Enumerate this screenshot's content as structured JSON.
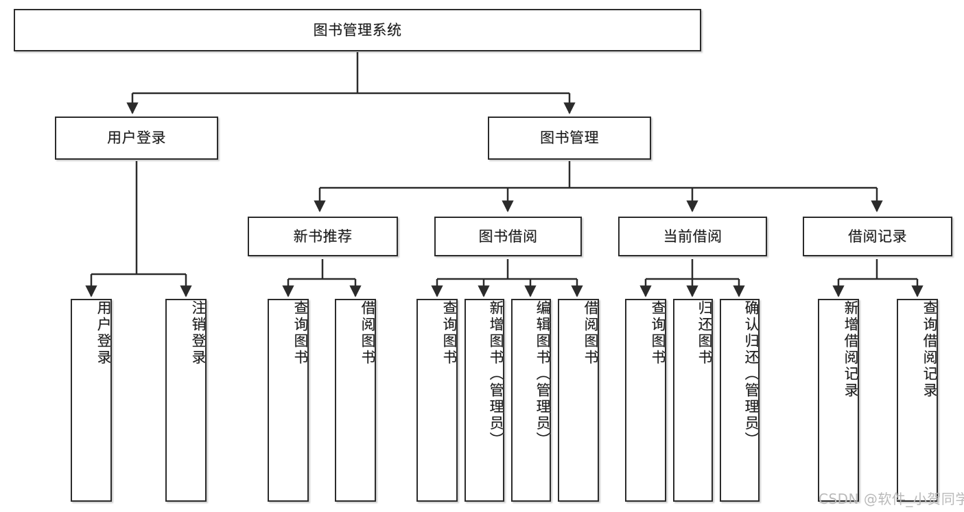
{
  "diagram": {
    "title": "图书管理系统",
    "root": {
      "id": "root",
      "label": "图书管理系统"
    },
    "level2": [
      {
        "id": "user-login",
        "label": "用户登录"
      },
      {
        "id": "book-manage",
        "label": "图书管理"
      }
    ],
    "level3": [
      {
        "id": "new-book-rec",
        "label": "新书推荐"
      },
      {
        "id": "book-borrow",
        "label": "图书借阅"
      },
      {
        "id": "current-borrow",
        "label": "当前借阅"
      },
      {
        "id": "borrow-record",
        "label": "借阅记录"
      }
    ],
    "leaves": [
      {
        "id": "leaf-user-login",
        "label": "用户登录",
        "parent": "user-login"
      },
      {
        "id": "leaf-user-logout",
        "label": "注销登录",
        "parent": "user-login"
      },
      {
        "id": "leaf-query-book-1",
        "label": "查询图书",
        "parent": "new-book-rec"
      },
      {
        "id": "leaf-borrow-book-1",
        "label": "借阅图书",
        "parent": "new-book-rec"
      },
      {
        "id": "leaf-query-book-2",
        "label": "查询图书",
        "parent": "book-borrow"
      },
      {
        "id": "leaf-add-book",
        "label": "新增图书（管理员）",
        "parent": "book-borrow"
      },
      {
        "id": "leaf-edit-book",
        "label": "编辑图书（管理员）",
        "parent": "book-borrow"
      },
      {
        "id": "leaf-borrow-book-2",
        "label": "借阅图书",
        "parent": "book-borrow"
      },
      {
        "id": "leaf-query-book-3",
        "label": "查询图书",
        "parent": "current-borrow"
      },
      {
        "id": "leaf-return-book",
        "label": "归还图书",
        "parent": "current-borrow"
      },
      {
        "id": "leaf-confirm-return",
        "label": "确认归还（管理员）",
        "parent": "current-borrow"
      },
      {
        "id": "leaf-add-record",
        "label": "新增借阅记录",
        "parent": "borrow-record"
      },
      {
        "id": "leaf-query-record",
        "label": "查询借阅记录",
        "parent": "borrow-record"
      }
    ]
  },
  "watermark": {
    "text": "CSDN @软件_小贺同学"
  },
  "colors": {
    "stroke": "#2b2b2b",
    "fill": "#ffffff",
    "text": "#1a1a1a",
    "watermark": "#b9b9b9",
    "background": "#ffffff"
  }
}
